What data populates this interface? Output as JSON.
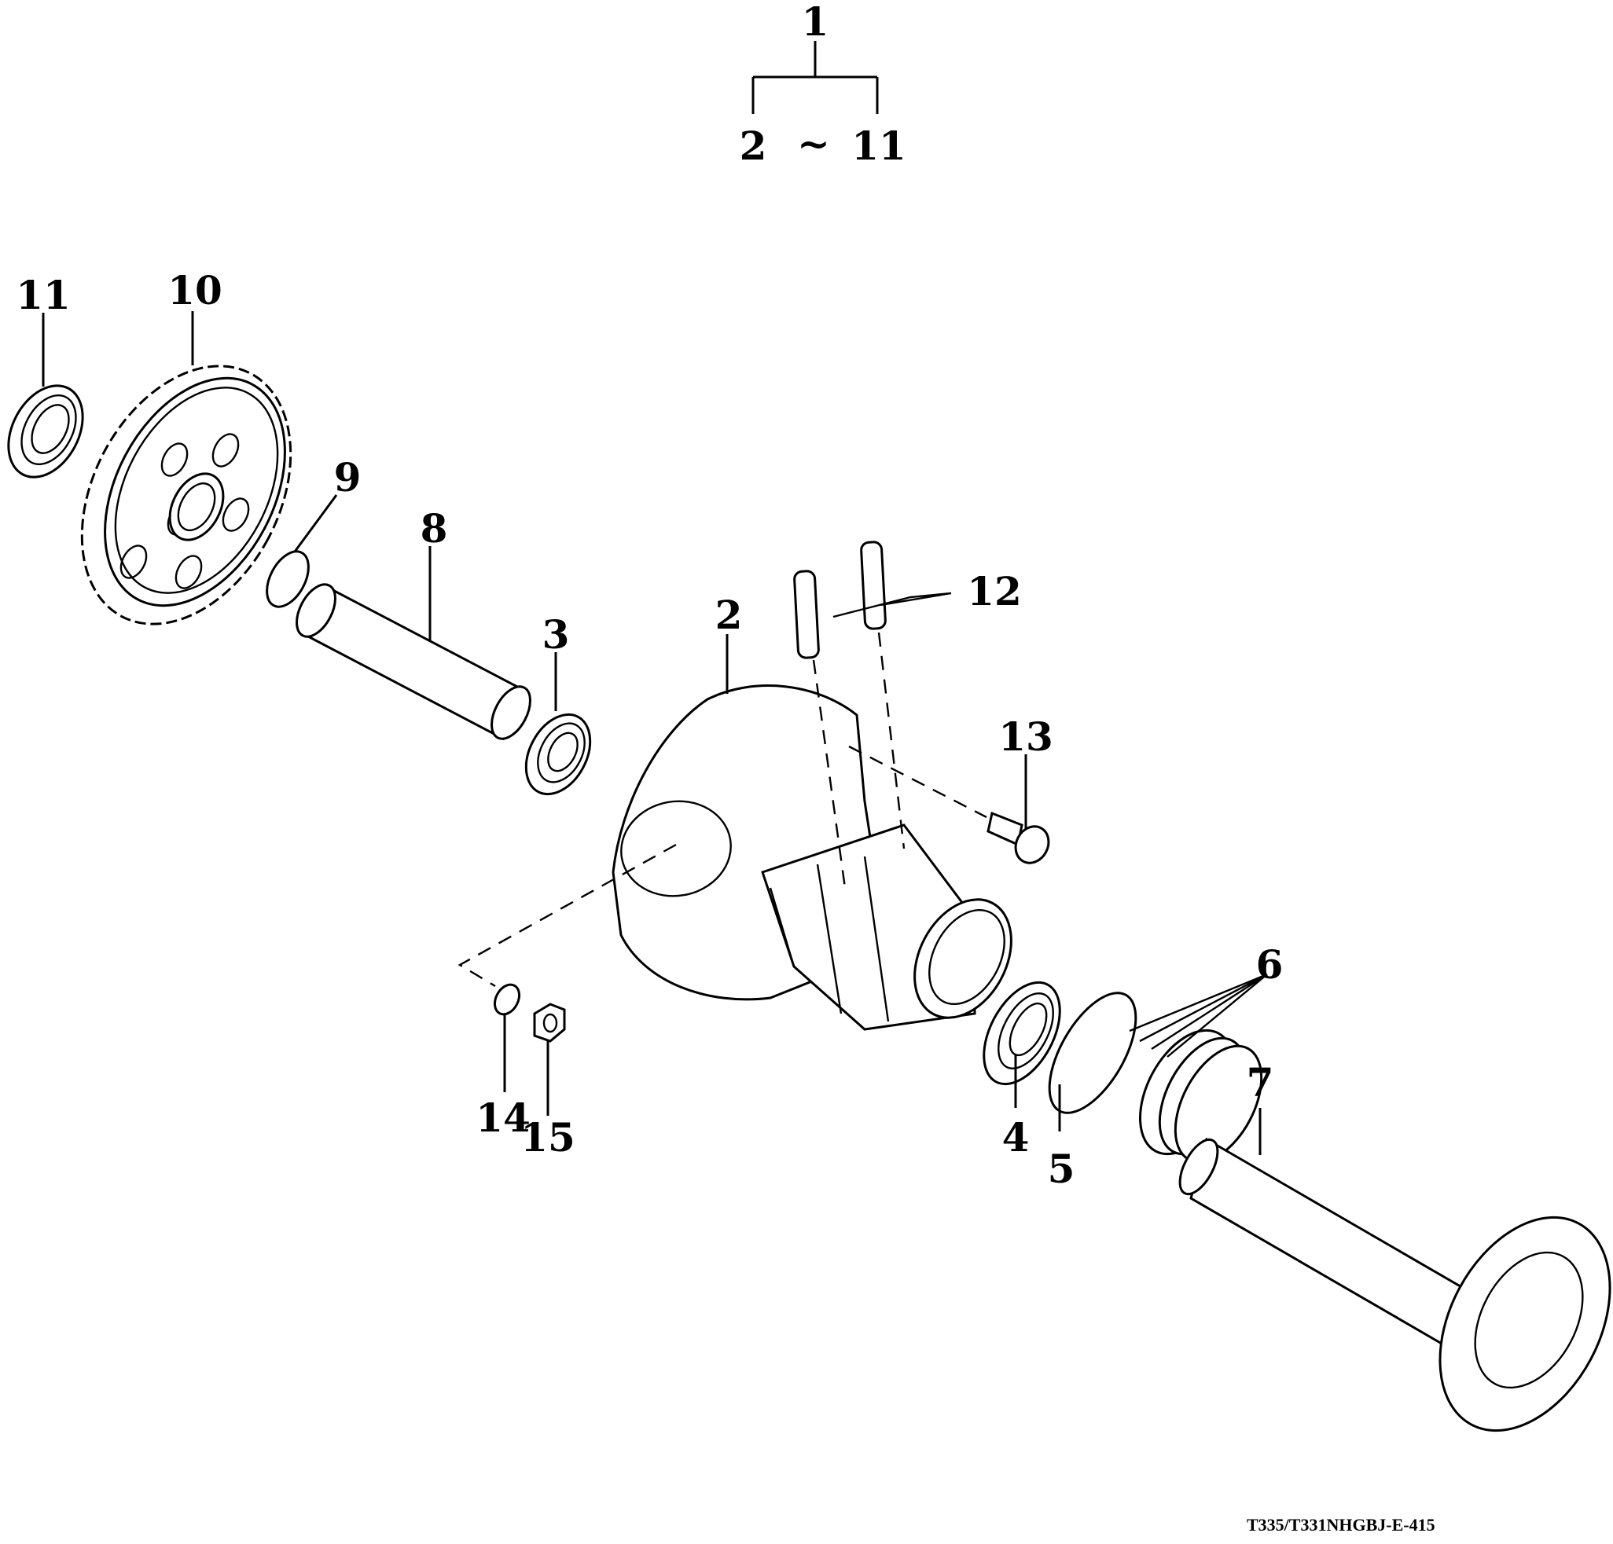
{
  "diagram": {
    "assembly_label": {
      "parent": "1",
      "range_start": "2",
      "range_sep": "~",
      "range_end": "11"
    },
    "callouts": [
      {
        "id": "2",
        "part": "housing"
      },
      {
        "id": "3",
        "part": "ball-bearing"
      },
      {
        "id": "4",
        "part": "ball-bearing"
      },
      {
        "id": "5",
        "part": "snap-ring"
      },
      {
        "id": "6",
        "part": "seal-rings"
      },
      {
        "id": "7",
        "part": "flange-shaft"
      },
      {
        "id": "8",
        "part": "collar-tube"
      },
      {
        "id": "9",
        "part": "circlip"
      },
      {
        "id": "10",
        "part": "spur-gear"
      },
      {
        "id": "11",
        "part": "ball-bearing"
      },
      {
        "id": "12",
        "part": "stud-bolts"
      },
      {
        "id": "13",
        "part": "bolt"
      },
      {
        "id": "14",
        "part": "spring-washer"
      },
      {
        "id": "15",
        "part": "nut"
      }
    ],
    "drawing_code": "T335/T331NHGBJ-E-415"
  },
  "colors": {
    "ink": "#000000",
    "paper": "#ffffff"
  }
}
